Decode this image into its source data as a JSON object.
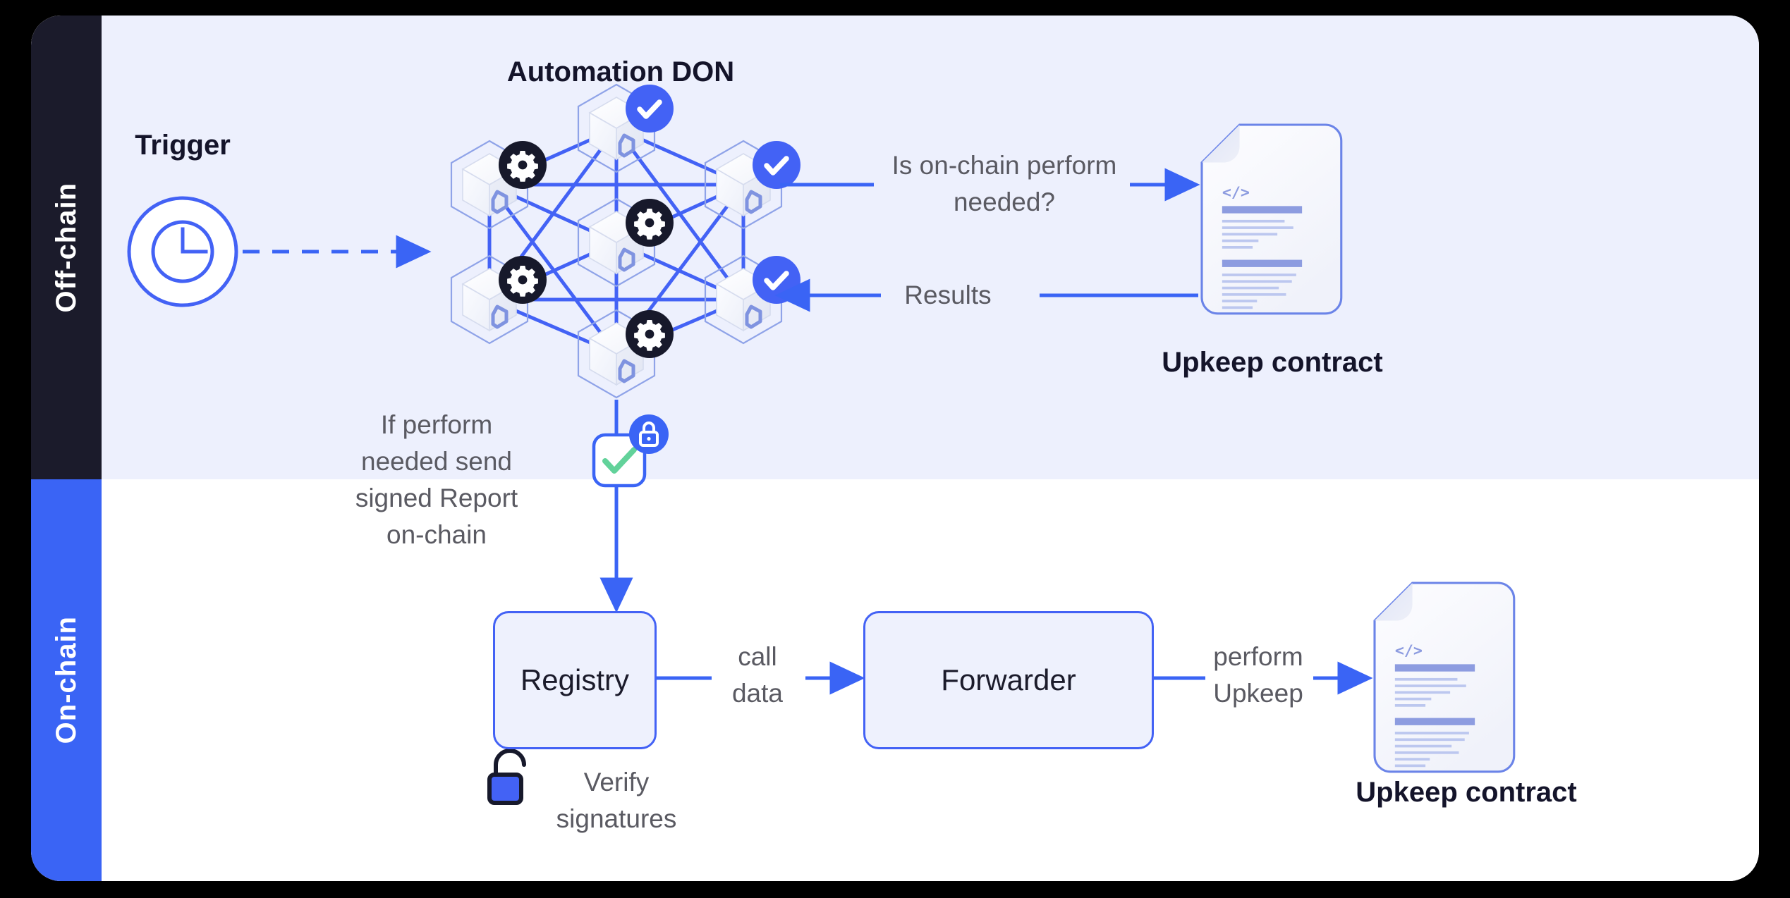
{
  "diagram": {
    "title_offchain_cluster": "Automation DON",
    "rails": [
      {
        "name": "off-chain",
        "label": "Off-chain",
        "color": "#1b1b2b"
      },
      {
        "name": "on-chain",
        "label": "On-chain",
        "color": "#3a64f5"
      }
    ],
    "offchain": {
      "trigger_label": "Trigger",
      "trigger_icon": "clock-icon",
      "question_label": "Is on-chain perform needed?",
      "question_line1": "Is on-chain perform",
      "question_line2": "needed?",
      "results_label": "Results",
      "upkeep_contract_label": "Upkeep contract",
      "upkeep_contract_icon": "code-document-icon",
      "don_nodes": [
        {
          "id": "node-top",
          "badge": "check-badge"
        },
        {
          "id": "node-upper-left",
          "badge": "gear-badge"
        },
        {
          "id": "node-upper-right",
          "badge": "check-badge"
        },
        {
          "id": "node-center",
          "badge": "gear-badge"
        },
        {
          "id": "node-lower-left",
          "badge": "gear-badge"
        },
        {
          "id": "node-lower-right",
          "badge": "check-badge"
        },
        {
          "id": "node-bottom",
          "badge": "gear-badge"
        }
      ],
      "signed_report": {
        "note_line1": "If perform",
        "note_line2": "needed send",
        "note_line3": "signed Report",
        "note_line4": "on-chain",
        "note_full": "If perform needed send signed Report on-chain",
        "badge_icon": "closed-padlock-icon",
        "check_icon": "green-check-icon"
      }
    },
    "onchain": {
      "registry_label": "Registry",
      "forwarder_label": "Forwarder",
      "call_data_line1": "call",
      "call_data_line2": "data",
      "call_data_full": "call data",
      "perform_upkeep_line1": "perform",
      "perform_upkeep_line2": "Upkeep",
      "perform_upkeep_full": "perform Upkeep",
      "verify_line1": "Verify",
      "verify_line2": "signatures",
      "verify_full": "Verify signatures",
      "verify_icon": "open-padlock-icon",
      "upkeep_contract_label": "Upkeep contract",
      "upkeep_contract_icon": "code-document-icon"
    },
    "colors": {
      "accent_blue": "#3a64f5",
      "line_blue": "#4362f5",
      "offchain_band": "#1b1b2b",
      "offchain_bg": "#edf0fd",
      "box_fill": "#eef1fd",
      "green_check": "#62d29a",
      "text_gray": "#5a5a62",
      "text_dark": "#14142a"
    }
  }
}
